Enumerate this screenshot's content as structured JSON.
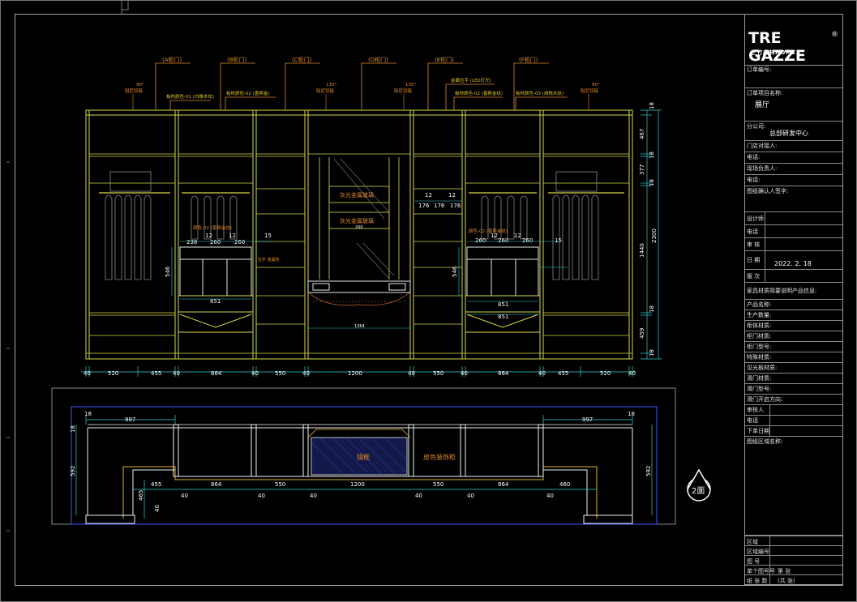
{
  "titleblock": {
    "logo_text": "TRE GAZZE",
    "logo_reg": "®",
    "logo_sub": "三竹森林HOME",
    "order_no_label": "订单编号:",
    "project_name_label": "订单项目名称:",
    "project_name_value": "展厅",
    "branch_label": "分公司:",
    "branch_value": "总部研发中心",
    "store_contact_label": "门店对接人:",
    "phone1_label": "电话:",
    "site_lead_label": "现场负责人:",
    "phone2_label": "电话:",
    "confirm_label": "图纸确认人签字:",
    "designer_label": "设计师",
    "phone3_label": "电话",
    "review_label": "审    核",
    "date_label": "日    期",
    "date_value": "2022. 2. 18",
    "version_label": "版    次",
    "info_header": "家具材质简要说明产品信息:",
    "product_name_label": "产品名称:",
    "quantity_label": "生产数量:",
    "body_material_label": "柜体材质:",
    "door_material_label": "柜门材质:",
    "door_model_label": "柜门型号:",
    "special_material_label": "特殊材质:",
    "lit_panel_label": "见光板材质:",
    "slide_material_label": "滑门材质:",
    "slide_model_label": "滑门型号:",
    "slide_dir_label": "滑门开启方向:",
    "reviewer_label": "审核人",
    "phone4_label": "电话",
    "order_date_label": "下单日期",
    "drawing_area_label": "图纸区域名称:",
    "area_label": "区域",
    "area_no_label": "区域编号",
    "drawing_no_label": "图    号",
    "sheet_no_label": "单个图号号",
    "sheet_count_label": "纸 张 数",
    "sheet_label": "第    张",
    "total_label": "(共    张)"
  },
  "elevation": {
    "top_callouts": [
      "(A柜门)",
      "(B柜门)",
      "(C柜门)",
      "(D柜门)",
      "(E柜门)",
      "(F柜门)"
    ],
    "angle_labels": [
      "90°",
      "135°",
      "135°",
      "90°"
    ],
    "hinge_label": "阻尼铰链",
    "material_notes": [
      "板材颜色-01 (白橡木纹)",
      "板材颜色-02 (香槟金)",
      "金属拉手 (LED灯光)",
      "板材颜色-02 (香槟金纹)",
      "板材颜色-03 (胡桃木纹)"
    ],
    "glass_label_1": "灰光金属玻璃",
    "glass_label_2": "灰光金属玻璃",
    "drawer_note_left": "颜色-02 (香槟金纹)",
    "drawer_note_right": "颜色-02 (香槟金纹)",
    "handle_note": "拉手 金属色",
    "left_small_dims": [
      "238",
      "12",
      "260",
      "12",
      "260",
      "15"
    ],
    "right_small_dims": [
      "260",
      "12",
      "260",
      "12",
      "260",
      "15"
    ],
    "mid_small_dims": [
      "176",
      "12",
      "176",
      "12",
      "176"
    ],
    "drawer_height": "546",
    "drawer_height_r": "546",
    "dim_851": [
      "851",
      "851",
      "851"
    ],
    "dim_1364": "1364",
    "dim_1200_small": "200",
    "right_dims": [
      "18",
      "467",
      "18",
      "377",
      "18",
      "1440",
      "2300",
      "18",
      "459",
      "18"
    ],
    "bottom_dims": [
      "40",
      "520",
      "455",
      "40",
      "864",
      "40",
      "550",
      "40",
      "1200",
      "40",
      "550",
      "40",
      "864",
      "40",
      "455",
      "40",
      "520",
      "40"
    ]
  },
  "plan": {
    "left_dim": "997",
    "right_dim": "997",
    "top_left_18": "18",
    "top_right_18": "18",
    "depth_left": "592",
    "depth_right": "592",
    "left_depth_18": "18",
    "mirror_label": "镜框",
    "cabinet_label": "皮色装饰柜",
    "bottom_dims": [
      "455",
      "40",
      "864",
      "40",
      "550",
      "40",
      "1200",
      "40",
      "550",
      "40",
      "864",
      "40",
      "460"
    ],
    "side_dims": [
      "465",
      "40"
    ],
    "view_marker": "2面"
  }
}
